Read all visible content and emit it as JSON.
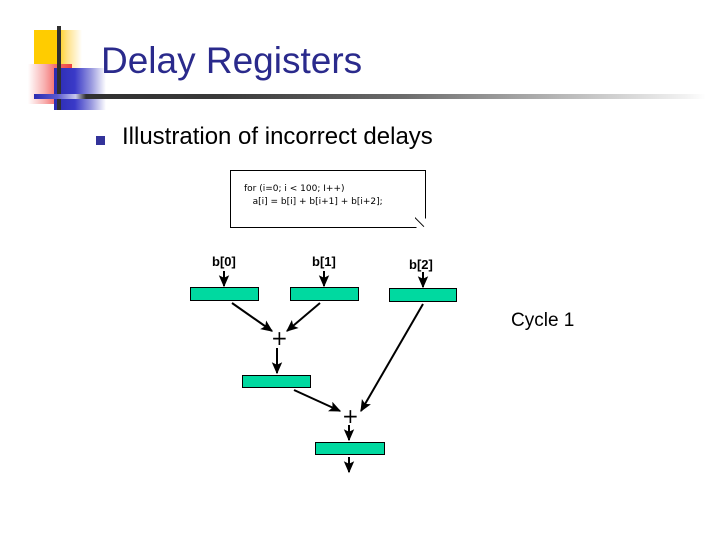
{
  "slide": {
    "title": "Delay Registers",
    "bullet": {
      "marker_icon": "square-bullet-icon",
      "text": "Illustration of incorrect delays"
    },
    "cycle_label": "Cycle 1"
  },
  "logo": {
    "colors": {
      "yellow": "#FFCC00",
      "red": "#F04040",
      "blue": "#2B2BB0",
      "bar": "#2F2F2F"
    }
  },
  "colors": {
    "title": "#2A2A8C",
    "bullet_marker": "#33339A",
    "register_fill": "#00D9A0",
    "register_stroke": "#000000",
    "text": "#000000"
  },
  "code_box": {
    "line1": "for (i=0; i < 100; I++)",
    "line2": "  a[i] = b[i] + b[i+1] + b[i+2];",
    "full_text": "for (i=0; i < 100; I++)\n   a[i] = b[i] + b[i+1] + b[i+2];"
  },
  "diagram": {
    "input_labels": [
      {
        "name": "b0",
        "text": "b[0]"
      },
      {
        "name": "b1",
        "text": "b[1]"
      },
      {
        "name": "b2",
        "text": "b[2]"
      }
    ],
    "operators": [
      {
        "name": "adder-1",
        "text": "+"
      },
      {
        "name": "adder-2",
        "text": "+"
      }
    ],
    "registers": [
      {
        "name": "register-b0"
      },
      {
        "name": "register-b1"
      },
      {
        "name": "register-b2"
      },
      {
        "name": "register-sum1"
      },
      {
        "name": "register-sum2"
      }
    ]
  }
}
